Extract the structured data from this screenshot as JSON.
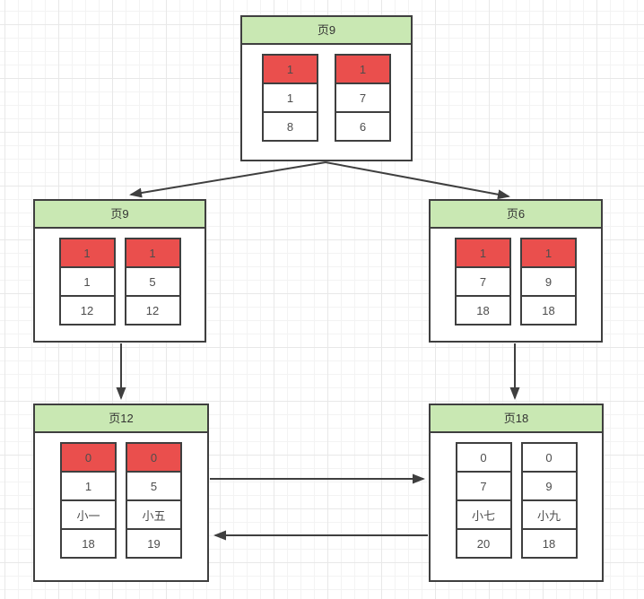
{
  "colors": {
    "canvas-bg": "#ffffff",
    "grid-minor": "#f3f3f3",
    "grid-major": "#e8e8e8",
    "node-border": "#3f3f3f",
    "header-green": "#c9e8b3",
    "header-text": "#333333",
    "cell-red": "#ea4f4d",
    "cell-text": "#4d4d4d",
    "arrow": "#3f3f3f"
  },
  "nodes": {
    "root": {
      "title": "页9",
      "col1": [
        "1",
        "1",
        "8"
      ],
      "col2": [
        "1",
        "7",
        "6"
      ],
      "highlight_first_cell": true
    },
    "mid_left": {
      "title": "页9",
      "col1": [
        "1",
        "1",
        "12"
      ],
      "col2": [
        "1",
        "5",
        "12"
      ],
      "highlight_first_cell": true
    },
    "mid_right": {
      "title": "页6",
      "col1": [
        "1",
        "7",
        "18"
      ],
      "col2": [
        "1",
        "9",
        "18"
      ],
      "highlight_first_cell": true
    },
    "leaf_left": {
      "title": "页12",
      "col1": [
        "0",
        "1",
        "小一",
        "18"
      ],
      "col2": [
        "0",
        "5",
        "小五",
        "19"
      ],
      "highlight_first_cell": true
    },
    "leaf_right": {
      "title": "页18",
      "col1": [
        "0",
        "7",
        "小七",
        "20"
      ],
      "col2": [
        "0",
        "9",
        "小九",
        "18"
      ],
      "highlight_first_cell": false
    }
  },
  "edges": [
    {
      "from": "root",
      "to": "mid_left",
      "arrowhead": "to"
    },
    {
      "from": "root",
      "to": "mid_right",
      "arrowhead": "to"
    },
    {
      "from": "mid_left",
      "to": "leaf_left",
      "arrowhead": "to"
    },
    {
      "from": "mid_right",
      "to": "leaf_right",
      "arrowhead": "to"
    },
    {
      "from": "leaf_left",
      "to": "leaf_right",
      "arrowhead": "to"
    },
    {
      "from": "leaf_right",
      "to": "leaf_left",
      "arrowhead": "to"
    }
  ]
}
